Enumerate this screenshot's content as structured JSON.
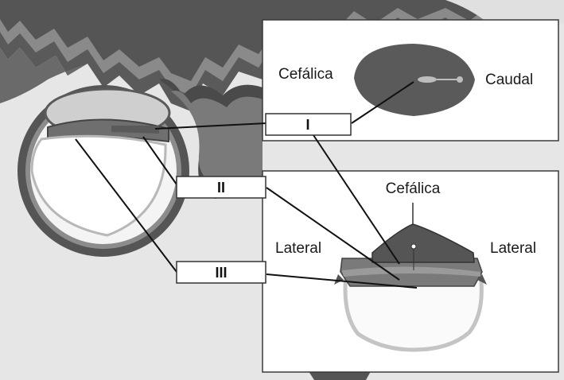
{
  "panel_top": {
    "label_left": "Cefálica",
    "label_right": "Caudal"
  },
  "panel_bottom": {
    "label_top": "Cefálica",
    "label_left": "Lateral",
    "label_right": "Lateral"
  },
  "section_labels": [
    "I",
    "II",
    "III"
  ],
  "colors": {
    "tissue_dark": "#555555",
    "tissue_mid": "#7a7a7a",
    "tissue_light": "#a8a8a8",
    "background_gray": "#e6e6e6",
    "panel_border": "#3a3a3a"
  }
}
